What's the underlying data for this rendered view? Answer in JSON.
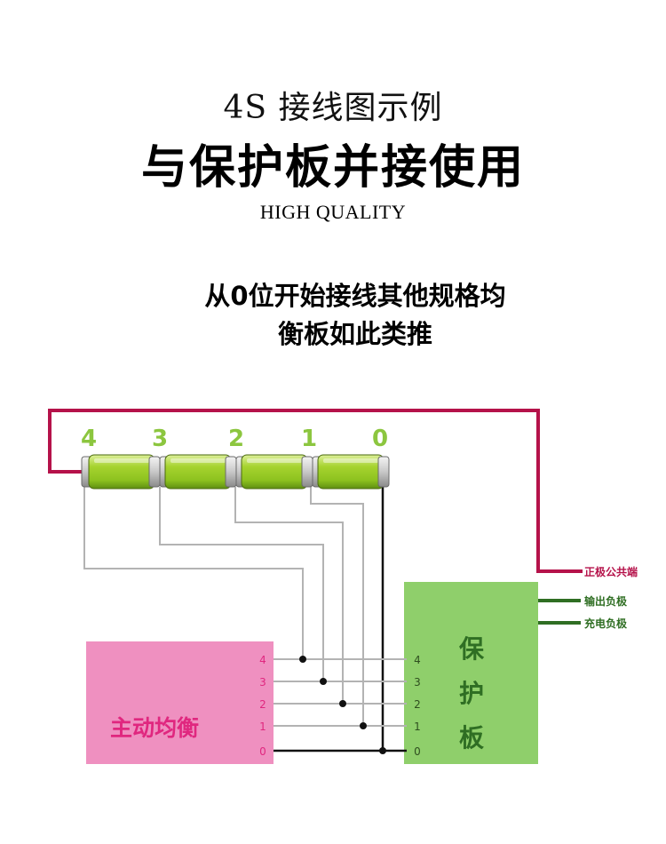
{
  "header": {
    "subtitle": "4S 接线图示例",
    "title": "与保护板并接使用",
    "quality": "HIGH QUALITY",
    "note_line1": "从0位开始接线其他规格均",
    "note_line2": "衡板如此类推"
  },
  "diagram": {
    "cell_numbers": [
      "4",
      "3",
      "2",
      "1",
      "0"
    ],
    "balancer": {
      "label": "主动均衡",
      "pins": [
        "4",
        "3",
        "2",
        "1",
        "0"
      ]
    },
    "protection_board": {
      "chars": [
        "保",
        "护",
        "板"
      ],
      "pins": [
        "4",
        "3",
        "2",
        "1",
        "0"
      ]
    },
    "right_labels": {
      "positive_common": "正极公共端",
      "output_negative": "输出负极",
      "charge_negative": "充电负极"
    },
    "colors": {
      "positive_wire": "#b5124a",
      "balance_wire": "#b3b3b3",
      "bus_wire": "#111111",
      "negative_wire": "#2f6e23",
      "battery_green": "#8dc21f",
      "balancer_fill": "#ef90c0",
      "balancer_text": "#e0277f",
      "board_fill": "#8fcf6b",
      "board_text": "#2f6e23",
      "number_green": "#8cc63f"
    }
  }
}
